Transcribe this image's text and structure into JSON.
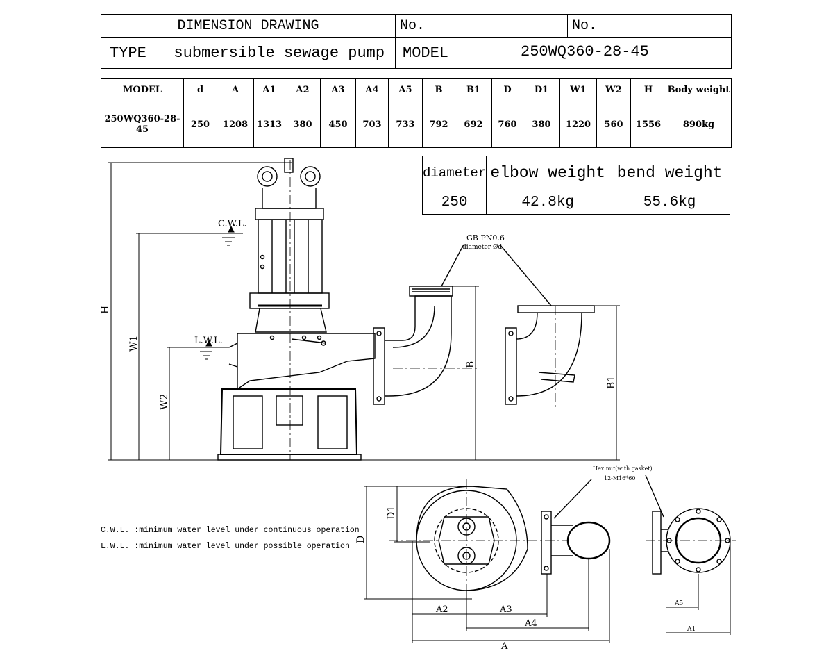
{
  "header": {
    "title": "DIMENSION DRAWING",
    "no_label_1": "No.",
    "no_label_2": "No.",
    "type_label": "TYPE",
    "type_value": "submersible sewage pump",
    "model_label": "MODEL",
    "model_value": "250WQ360-28-45"
  },
  "dimensions": {
    "headers": [
      "MODEL",
      "d",
      "A",
      "A1",
      "A2",
      "A3",
      "A4",
      "A5",
      "B",
      "B1",
      "D",
      "D1",
      "W1",
      "W2",
      "H",
      "Body weight"
    ],
    "values": [
      "250WQ360-28-45",
      "250",
      "1208",
      "1313",
      "380",
      "450",
      "703",
      "733",
      "792",
      "692",
      "760",
      "380",
      "1220",
      "560",
      "1556",
      "890kg"
    ]
  },
  "weights": {
    "headers": [
      "diameter",
      "elbow weight",
      "bend weight"
    ],
    "values": [
      "250",
      "42.8kg",
      "55.6kg"
    ]
  },
  "labels": {
    "cwl": "C.W.L.",
    "lwl": "L.W.L.",
    "H": "H",
    "W1": "W1",
    "W2": "W2",
    "B": "B",
    "B1": "B1",
    "D": "D",
    "D1": "D1",
    "A": "A",
    "A2": "A2",
    "A3": "A3",
    "A4": "A4",
    "A5": "A5",
    "A1": "A1",
    "flange_note_1": "GB PN0.6",
    "flange_note_2": "diameter Ød",
    "nut_note_1": "Hex nut(with gasket)",
    "nut_note_2": "12-M16*60"
  },
  "notes": {
    "cwl_note": "C.W.L. :minimum water level under continuous operation",
    "lwl_note": "L.W.L. :minimum water level under possible operation"
  }
}
